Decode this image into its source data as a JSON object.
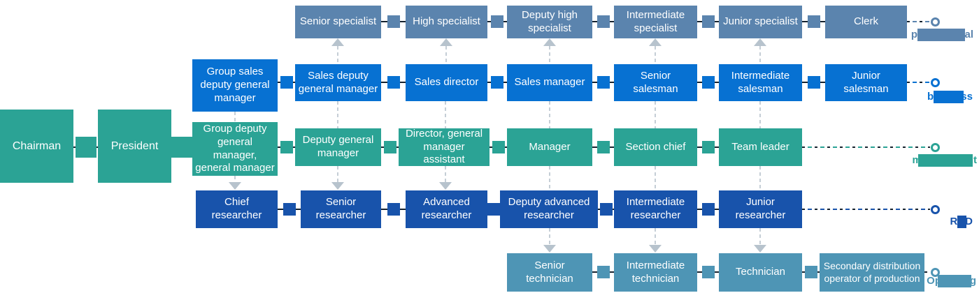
{
  "diagram": {
    "background": "#ffffff",
    "connector_dark": "#16222e",
    "connector_gray": "#c5ced6",
    "arrow_gray": "#b7c3cd",
    "endpoint_icon": "ring-circle",
    "rows": [
      {
        "id": "professional",
        "label": "professional",
        "color": "#5b84ae",
        "boxes": [
          "Senior specialist",
          "High specialist",
          "Deputy high specialist",
          "Intermediate specialist",
          "Junior specialist",
          "Clerk"
        ]
      },
      {
        "id": "business",
        "label": "business",
        "color": "#0771d2",
        "boxes": [
          "Group sales deputy general manager",
          "Sales deputy general manager",
          "Sales director",
          "Sales manager",
          "Senior salesman",
          "Intermediate salesman",
          "Junior salesman"
        ]
      },
      {
        "id": "management",
        "label": "management",
        "color": "#2ba395",
        "boxes": [
          "Chairman",
          "President",
          "Group deputy general manager, general manager",
          "Deputy general manager",
          "Director, general manager assistant",
          "Manager",
          "Section chief",
          "Team leader"
        ]
      },
      {
        "id": "rnd",
        "label": "R&D",
        "color": "#1853ab",
        "boxes": [
          "Chief researcher",
          "Senior researcher",
          "Advanced researcher",
          "Deputy advanced researcher",
          "Intermediate researcher",
          "Junior researcher"
        ]
      },
      {
        "id": "operating",
        "label": "Operating",
        "color": "#4e95b5",
        "boxes": [
          "Senior technician",
          "Intermediate technician",
          "Technician",
          "Secondary distribution operator of production"
        ]
      }
    ]
  }
}
